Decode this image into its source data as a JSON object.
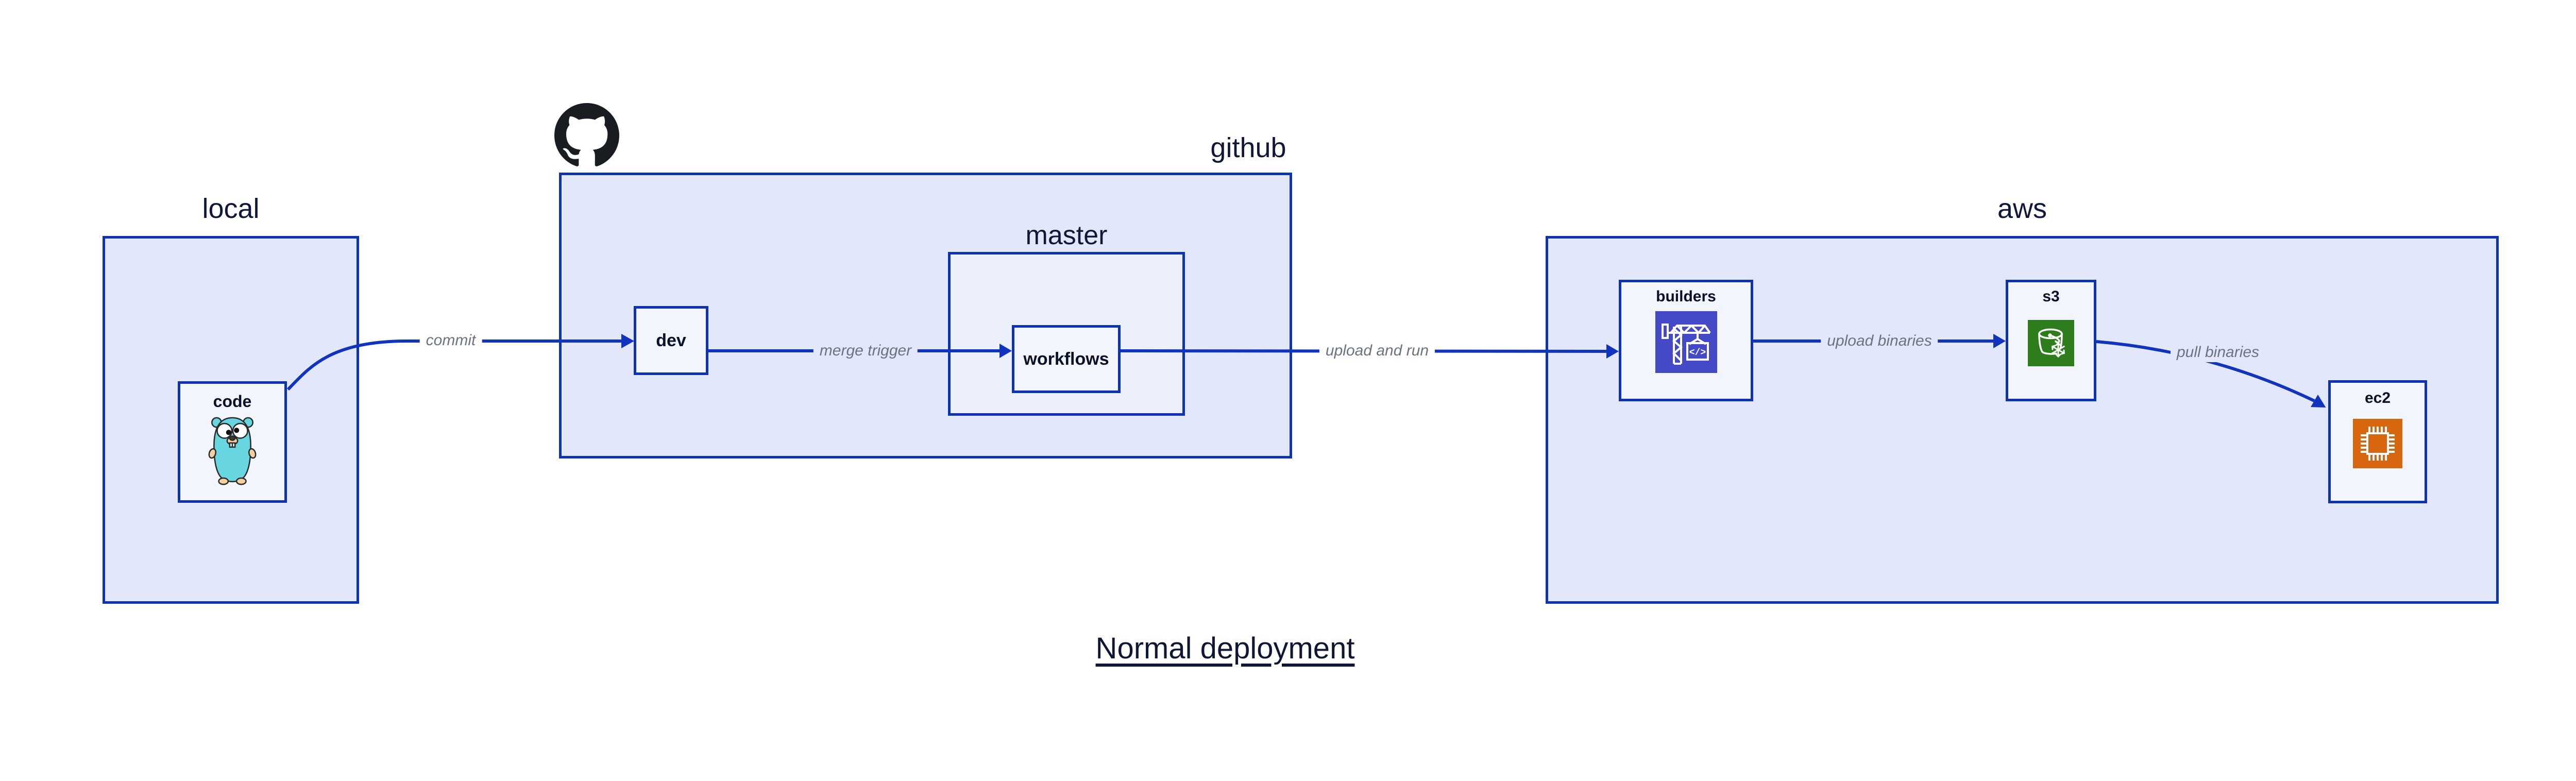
{
  "title": {
    "text": "Normal deployment"
  },
  "containers": {
    "local": {
      "label": "local"
    },
    "github": {
      "label": "github",
      "logo_icon": "github-octocat-logo"
    },
    "master": {
      "label": "master"
    },
    "aws": {
      "label": "aws"
    }
  },
  "nodes": {
    "code": {
      "label": "code",
      "icon": "go-gopher-icon"
    },
    "dev": {
      "label": "dev"
    },
    "workflows": {
      "label": "workflows"
    },
    "builders": {
      "label": "builders",
      "icon": "aws-codebuild-icon",
      "icon_text": "</>"
    },
    "s3": {
      "label": "s3",
      "icon": "aws-s3-glacier-icon"
    },
    "ec2": {
      "label": "ec2",
      "icon": "aws-ec2-icon"
    }
  },
  "edges": [
    {
      "from": "code",
      "to": "dev",
      "label": "commit"
    },
    {
      "from": "dev",
      "to": "workflows",
      "label": "merge trigger"
    },
    {
      "from": "workflows",
      "to": "builders",
      "label": "upload and run"
    },
    {
      "from": "builders",
      "to": "s3",
      "label": "upload binaries"
    },
    {
      "from": "s3",
      "to": "ec2",
      "label": "pull binaries"
    }
  ],
  "colors": {
    "edge_blue": "#1134be",
    "border_blue": "#0d33b3",
    "container_fill": "#e2e8f9",
    "nested_fill": "#ebf0fb",
    "leaf_fill": "#f3f5fd",
    "label_dark": "#10173a",
    "edge_label_gray": "#6b7280",
    "codebuild_purple": "#4449c7",
    "glacier_green": "#2e7d1c",
    "ec2_orange": "#d8660f",
    "gopher_teal": "#67d6e1",
    "github_black": "#191c20"
  }
}
